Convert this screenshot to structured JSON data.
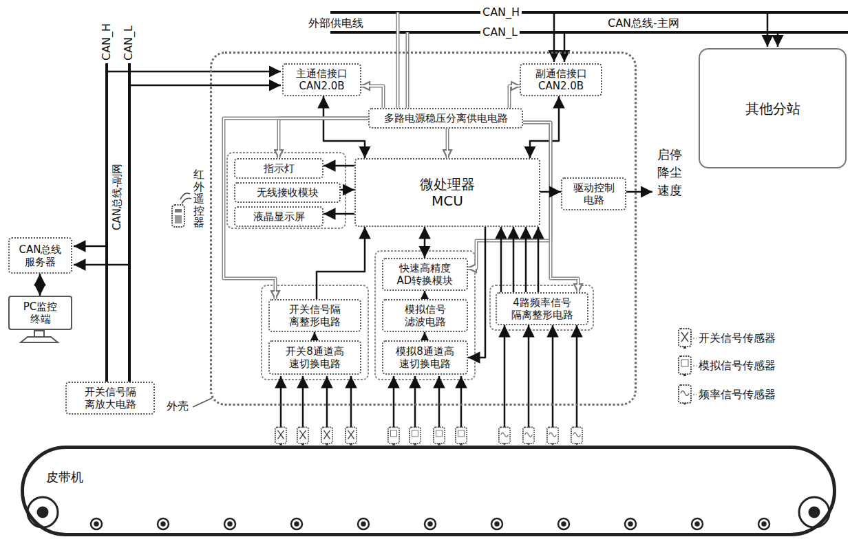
{
  "diagram": {
    "nodes": [
      {
        "text": [
          "外壳"
        ]
      },
      {
        "text": [
          "主通信接口 CAN2.0B"
        ],
        "in": 0
      },
      {
        "text": [
          "副通信接口 CAN2.0B"
        ],
        "in": 0
      },
      {
        "text": [
          "多路电源稳压分离供电电路"
        ],
        "in": 0
      },
      {
        "text": [
          "指示灯"
        ],
        "in": 0
      },
      {
        "text": [
          "无线接收模块"
        ],
        "in": 0
      },
      {
        "text": [
          "液晶显示屏"
        ],
        "in": 0
      },
      {
        "text": [
          "微处理器 MCU"
        ],
        "in": 0
      },
      {
        "text": [
          "驱动控制电路"
        ],
        "in": 0
      },
      {
        "text": [
          "开关信号隔离整形电路"
        ],
        "in": 0
      },
      {
        "text": [
          "开关8通道高速切换电路"
        ],
        "in": 0
      },
      {
        "text": [
          "快速高精度AD转换模块"
        ],
        "in": 0
      },
      {
        "text": [
          "模拟信号滤波电路"
        ],
        "in": 0
      },
      {
        "text": [
          "模拟8通道高速切换电路"
        ],
        "in": 0
      },
      {
        "text": [
          "4路频率信号隔离整形电路"
        ],
        "in": 0
      },
      {
        "text": [
          "其他分站"
        ]
      },
      {
        "text": [
          "CAN总线服务器"
        ]
      },
      {
        "text": [
          "PC监控终端"
        ]
      },
      {
        "text": [
          "开关信号隔离放大电路"
        ]
      },
      {
        "text": [
          "皮带机"
        ]
      }
    ],
    "edges": [
      {
        "from": 1,
        "to": 7,
        "arrow": "both"
      },
      {
        "from": 2,
        "to": 7,
        "arrow": "both"
      },
      {
        "from": 3,
        "to": 1,
        "arrow": "to"
      },
      {
        "from": 3,
        "to": 2,
        "arrow": "to"
      },
      {
        "from": 3,
        "to": 7,
        "arrow": "to"
      },
      {
        "from": 3,
        "to": 4,
        "arrow": "to"
      },
      {
        "from": 3,
        "to": 9,
        "arrow": "to"
      },
      {
        "from": 3,
        "to": 11,
        "arrow": "to"
      },
      {
        "from": 3,
        "to": 14,
        "arrow": "to"
      },
      {
        "from": 7,
        "to": 4,
        "arrow": "to"
      },
      {
        "from": 5,
        "to": 7,
        "arrow": "to"
      },
      {
        "from": 7,
        "to": 6,
        "arrow": "to"
      },
      {
        "from": 7,
        "to": 8,
        "arrow": "to"
      },
      {
        "from": 9,
        "to": 7,
        "arrow": "to"
      },
      {
        "from": 10,
        "to": 9,
        "arrow": "to"
      },
      {
        "from": 13,
        "to": 12,
        "arrow": "to"
      },
      {
        "from": 12,
        "to": 11,
        "arrow": "to"
      },
      {
        "from": 11,
        "to": 7,
        "arrow": "both"
      },
      {
        "from": 7,
        "to": 13,
        "arrow": "to"
      },
      {
        "from": 14,
        "to": 7,
        "arrow": "to"
      },
      {
        "from": 14,
        "to": 7,
        "arrow": "to"
      },
      {
        "from": 14,
        "to": 7,
        "arrow": "to"
      },
      {
        "from": 14,
        "to": 7,
        "arrow": "to"
      },
      {
        "from": 16,
        "to": 17,
        "arrow": "both"
      }
    ],
    "labels": [
      "CAN_H",
      "CAN_L",
      "CAN总线-副网",
      "外部供电线",
      "CAN_H",
      "CAN_L",
      "CAN总线-主网",
      "红外遥控器",
      "启停 降尘 速度"
    ],
    "legend": [
      {
        "text": "开关信号传感器"
      },
      {
        "text": "模拟信号传感器"
      },
      {
        "text": "频率信号传感器"
      }
    ]
  }
}
